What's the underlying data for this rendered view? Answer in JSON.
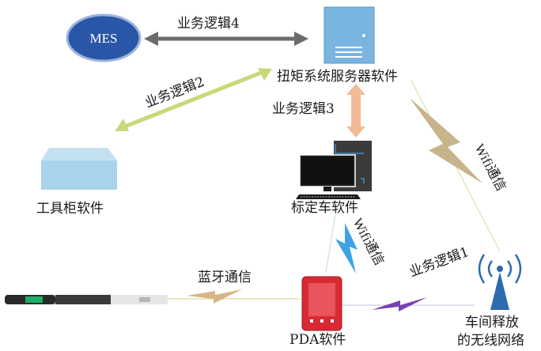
{
  "nodes": {
    "mes": {
      "label": "MES"
    },
    "server": {
      "label": "扭矩系统服务器软件"
    },
    "tool_cabinet": {
      "label": "工具柜软件"
    },
    "calibration_cart": {
      "label": "标定车软件"
    },
    "pda": {
      "label": "PDA软件"
    },
    "wireless_line1": {
      "label": "车间释放"
    },
    "wireless_line2": {
      "label": "的无线网络"
    }
  },
  "edges": {
    "logic4": {
      "label": "业务逻辑4"
    },
    "logic2": {
      "label": "业务逻辑2"
    },
    "logic3": {
      "label": "业务逻辑3"
    },
    "logic1": {
      "label": "业务逻辑1"
    },
    "bluetooth": {
      "label": "蓝牙通信"
    },
    "wifi_server": {
      "label": "Wifi通信"
    },
    "wifi_pda": {
      "label": "Wifi通信"
    }
  },
  "colors": {
    "mes_fill": "#2a56a8",
    "server_fill": "#7ab4e0",
    "cabinet_fill": "#a9d3ea",
    "pda_fill": "#d92a33",
    "arrow_gray": "#6b6b6b",
    "arrow_green": "#c8d87a",
    "arrow_orange": "#f2bb96",
    "bolt_tan": "#c8b48a",
    "bolt_blue": "#3ea3e6",
    "bolt_purple": "#7a3fb0",
    "antenna_blue": "#2d6bb0"
  }
}
